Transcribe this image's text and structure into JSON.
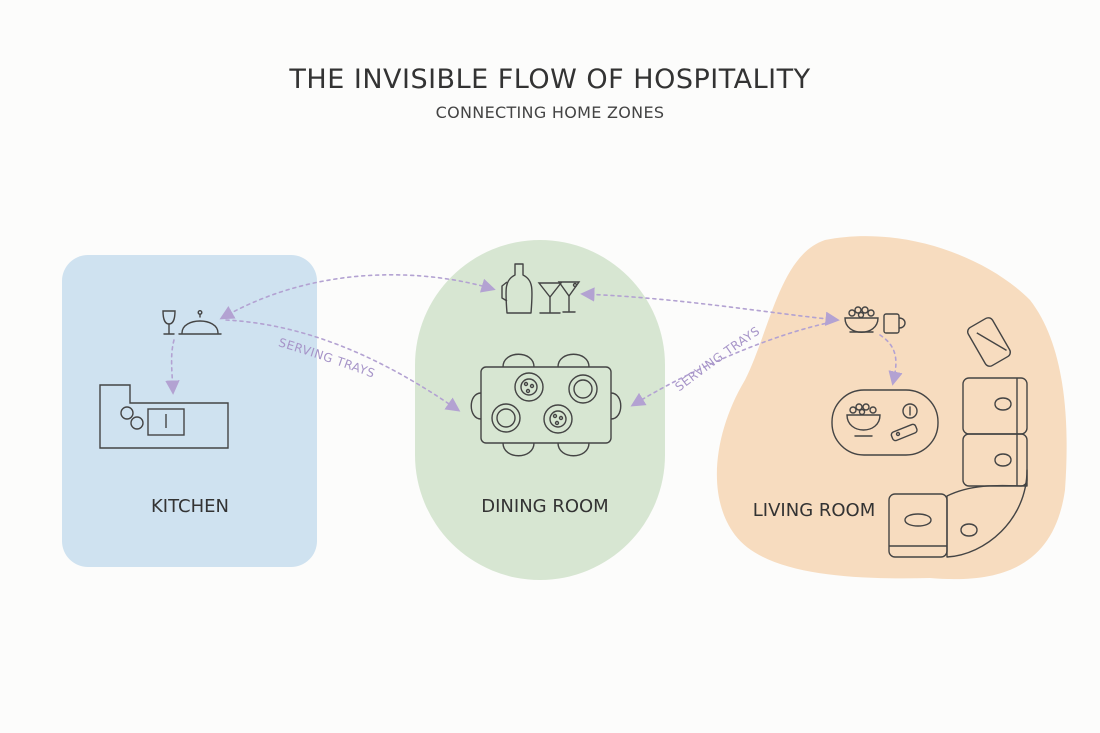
{
  "title": "THE INVISIBLE FLOW OF HOSPITALITY",
  "subtitle": "CONNECTING HOME ZONES",
  "zones": {
    "kitchen": {
      "label": "KITCHEN",
      "color": "#cfe2f0"
    },
    "dining": {
      "label": "DINING ROOM",
      "color": "#d7e6d2"
    },
    "living": {
      "label": "LIVING ROOM",
      "color": "#f7dcbf"
    }
  },
  "flows": {
    "kitchen_to_dining": "SERVING TRAYS",
    "living_to_dining": "SERVING TRAYS"
  },
  "colors": {
    "line": "#444444",
    "arrow": "#b3a2d2"
  }
}
